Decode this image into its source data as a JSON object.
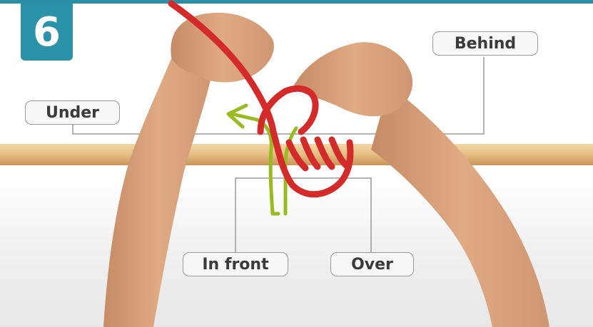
{
  "step_number": "6",
  "labels": {
    "behind": "Behind",
    "under": "Under",
    "in_front": "In front",
    "over": "Over"
  },
  "colors": {
    "accent": "#2a93aa",
    "rope": "#d42a2a",
    "guide_arrow": "#9abb1f",
    "pole": "#e6bf85"
  }
}
